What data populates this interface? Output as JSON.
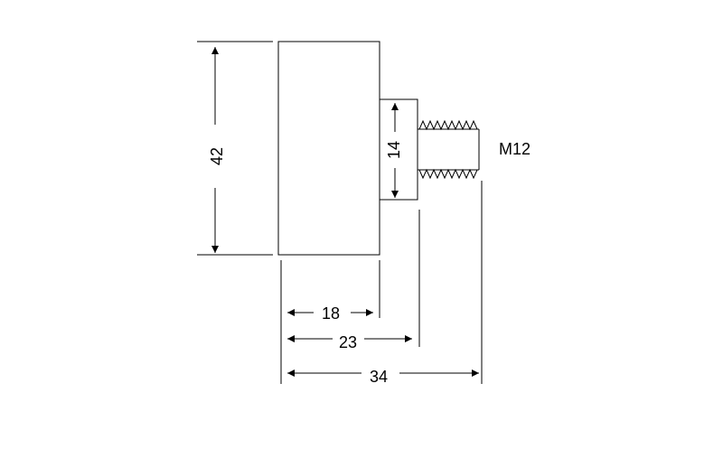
{
  "drawing": {
    "dimensions": {
      "height_body": "42",
      "height_shoulder": "14",
      "thread": "M12",
      "len_body": "18",
      "len_shoulder": "23",
      "len_total": "34"
    }
  }
}
